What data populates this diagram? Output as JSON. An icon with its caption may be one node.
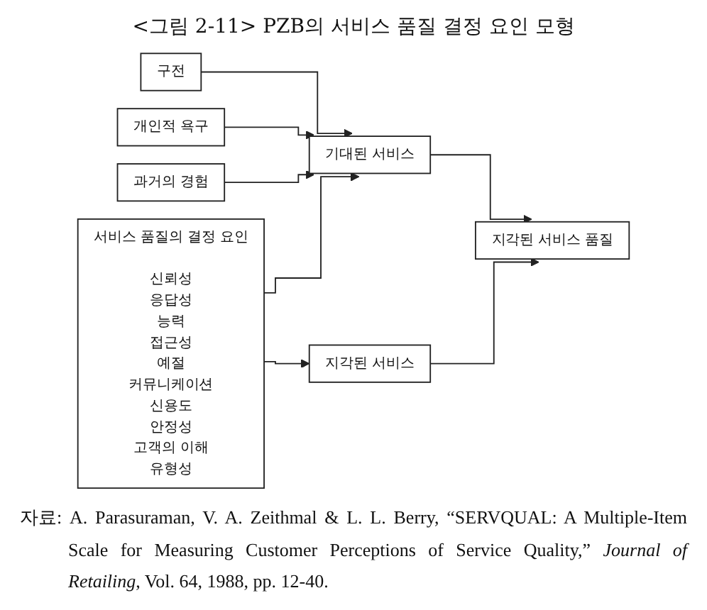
{
  "diagram": {
    "title": "<그림 2-11> PZB의 서비스 품질 결정 요인 모형",
    "caption": "자료: A. Parasuraman, V. A. Zeithmal & L. L. Berry, “SERVQUAL: A Multiple-Item Scale for Measuring Customer Perceptions of Service Quality,” *Journal of Retailing*, Vol. 64, 1988, pp. 12-40.",
    "nodes": [
      {
        "text": [
          "서비스 품질의 결정 요인",
          "신뢰성",
          "응답성",
          "능력",
          "접근성",
          "예절",
          "커뮤니케이션",
          "신용도",
          "안정성",
          "고객의 이해",
          "유형성"
        ]
      },
      {
        "text": [
          "구전"
        ]
      },
      {
        "text": [
          "개인적 욕구"
        ]
      },
      {
        "text": [
          "과거의 경험"
        ]
      },
      {
        "text": [
          "기대된 서비스"
        ]
      },
      {
        "text": [
          "지각된 서비스"
        ]
      },
      {
        "text": [
          "지각된 서비스 품질"
        ]
      }
    ],
    "edges": [
      {
        "from": 1,
        "to": 4,
        "arrow": "to"
      },
      {
        "from": 2,
        "to": 4,
        "arrow": "to"
      },
      {
        "from": 3,
        "to": 4,
        "arrow": "to"
      },
      {
        "from": 0,
        "to": 4,
        "arrow": "to"
      },
      {
        "from": 0,
        "to": 5,
        "arrow": "to"
      },
      {
        "from": 4,
        "to": 6,
        "arrow": "to"
      },
      {
        "from": 5,
        "to": 6,
        "arrow": "to"
      }
    ]
  }
}
